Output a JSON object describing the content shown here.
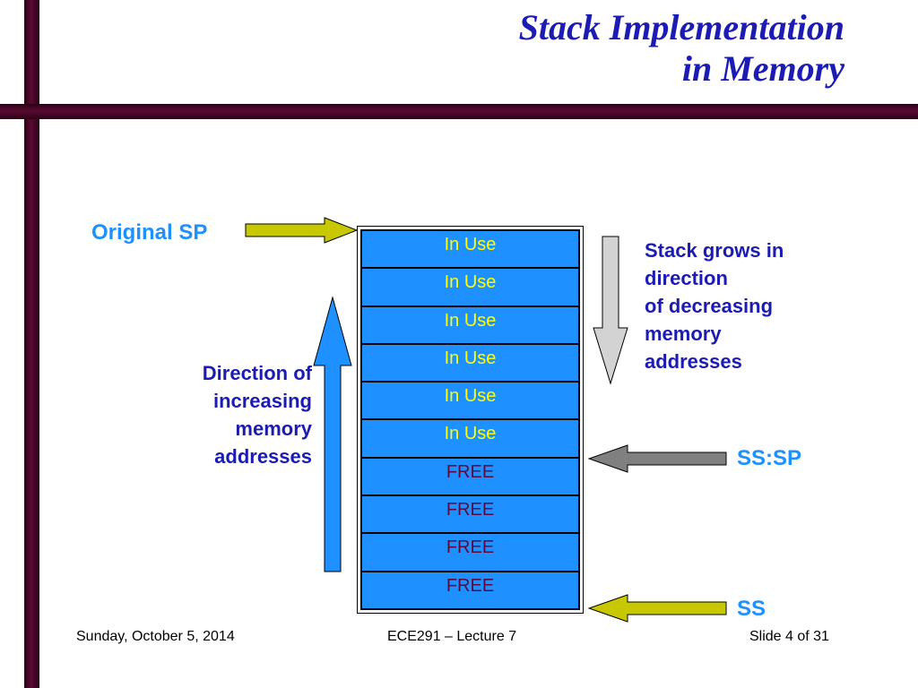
{
  "title": {
    "line1": "Stack Implementation",
    "line2": "in Memory"
  },
  "stack": {
    "cells": [
      "In Use",
      "In Use",
      "In Use",
      "In Use",
      "In Use",
      "In Use",
      "FREE",
      "FREE",
      "FREE",
      "FREE"
    ]
  },
  "labels": {
    "original_sp": "Original SP",
    "ss_sp": "SS:SP",
    "ss": "SS",
    "increasing": [
      "Direction of",
      "increasing",
      "memory",
      "addresses"
    ],
    "grows": [
      "Stack grows in",
      "direction",
      "of decreasing",
      "memory",
      "addresses"
    ]
  },
  "footer": {
    "date": "Sunday, October 5, 2014",
    "lecture": "ECE291 – Lecture 7",
    "slide": "Slide 4 of 31"
  },
  "colors": {
    "title": "#1c1cb4",
    "bar": "#5a0a30",
    "cell_bg": "#1e90ff",
    "in_use_text": "#ffff00",
    "free_text": "#5a0a40",
    "pointer_label": "#1e90ff",
    "yellow_arrow": "#c8c800",
    "gray_arrow": "#808080",
    "light_arrow": "#d3d3d3"
  }
}
